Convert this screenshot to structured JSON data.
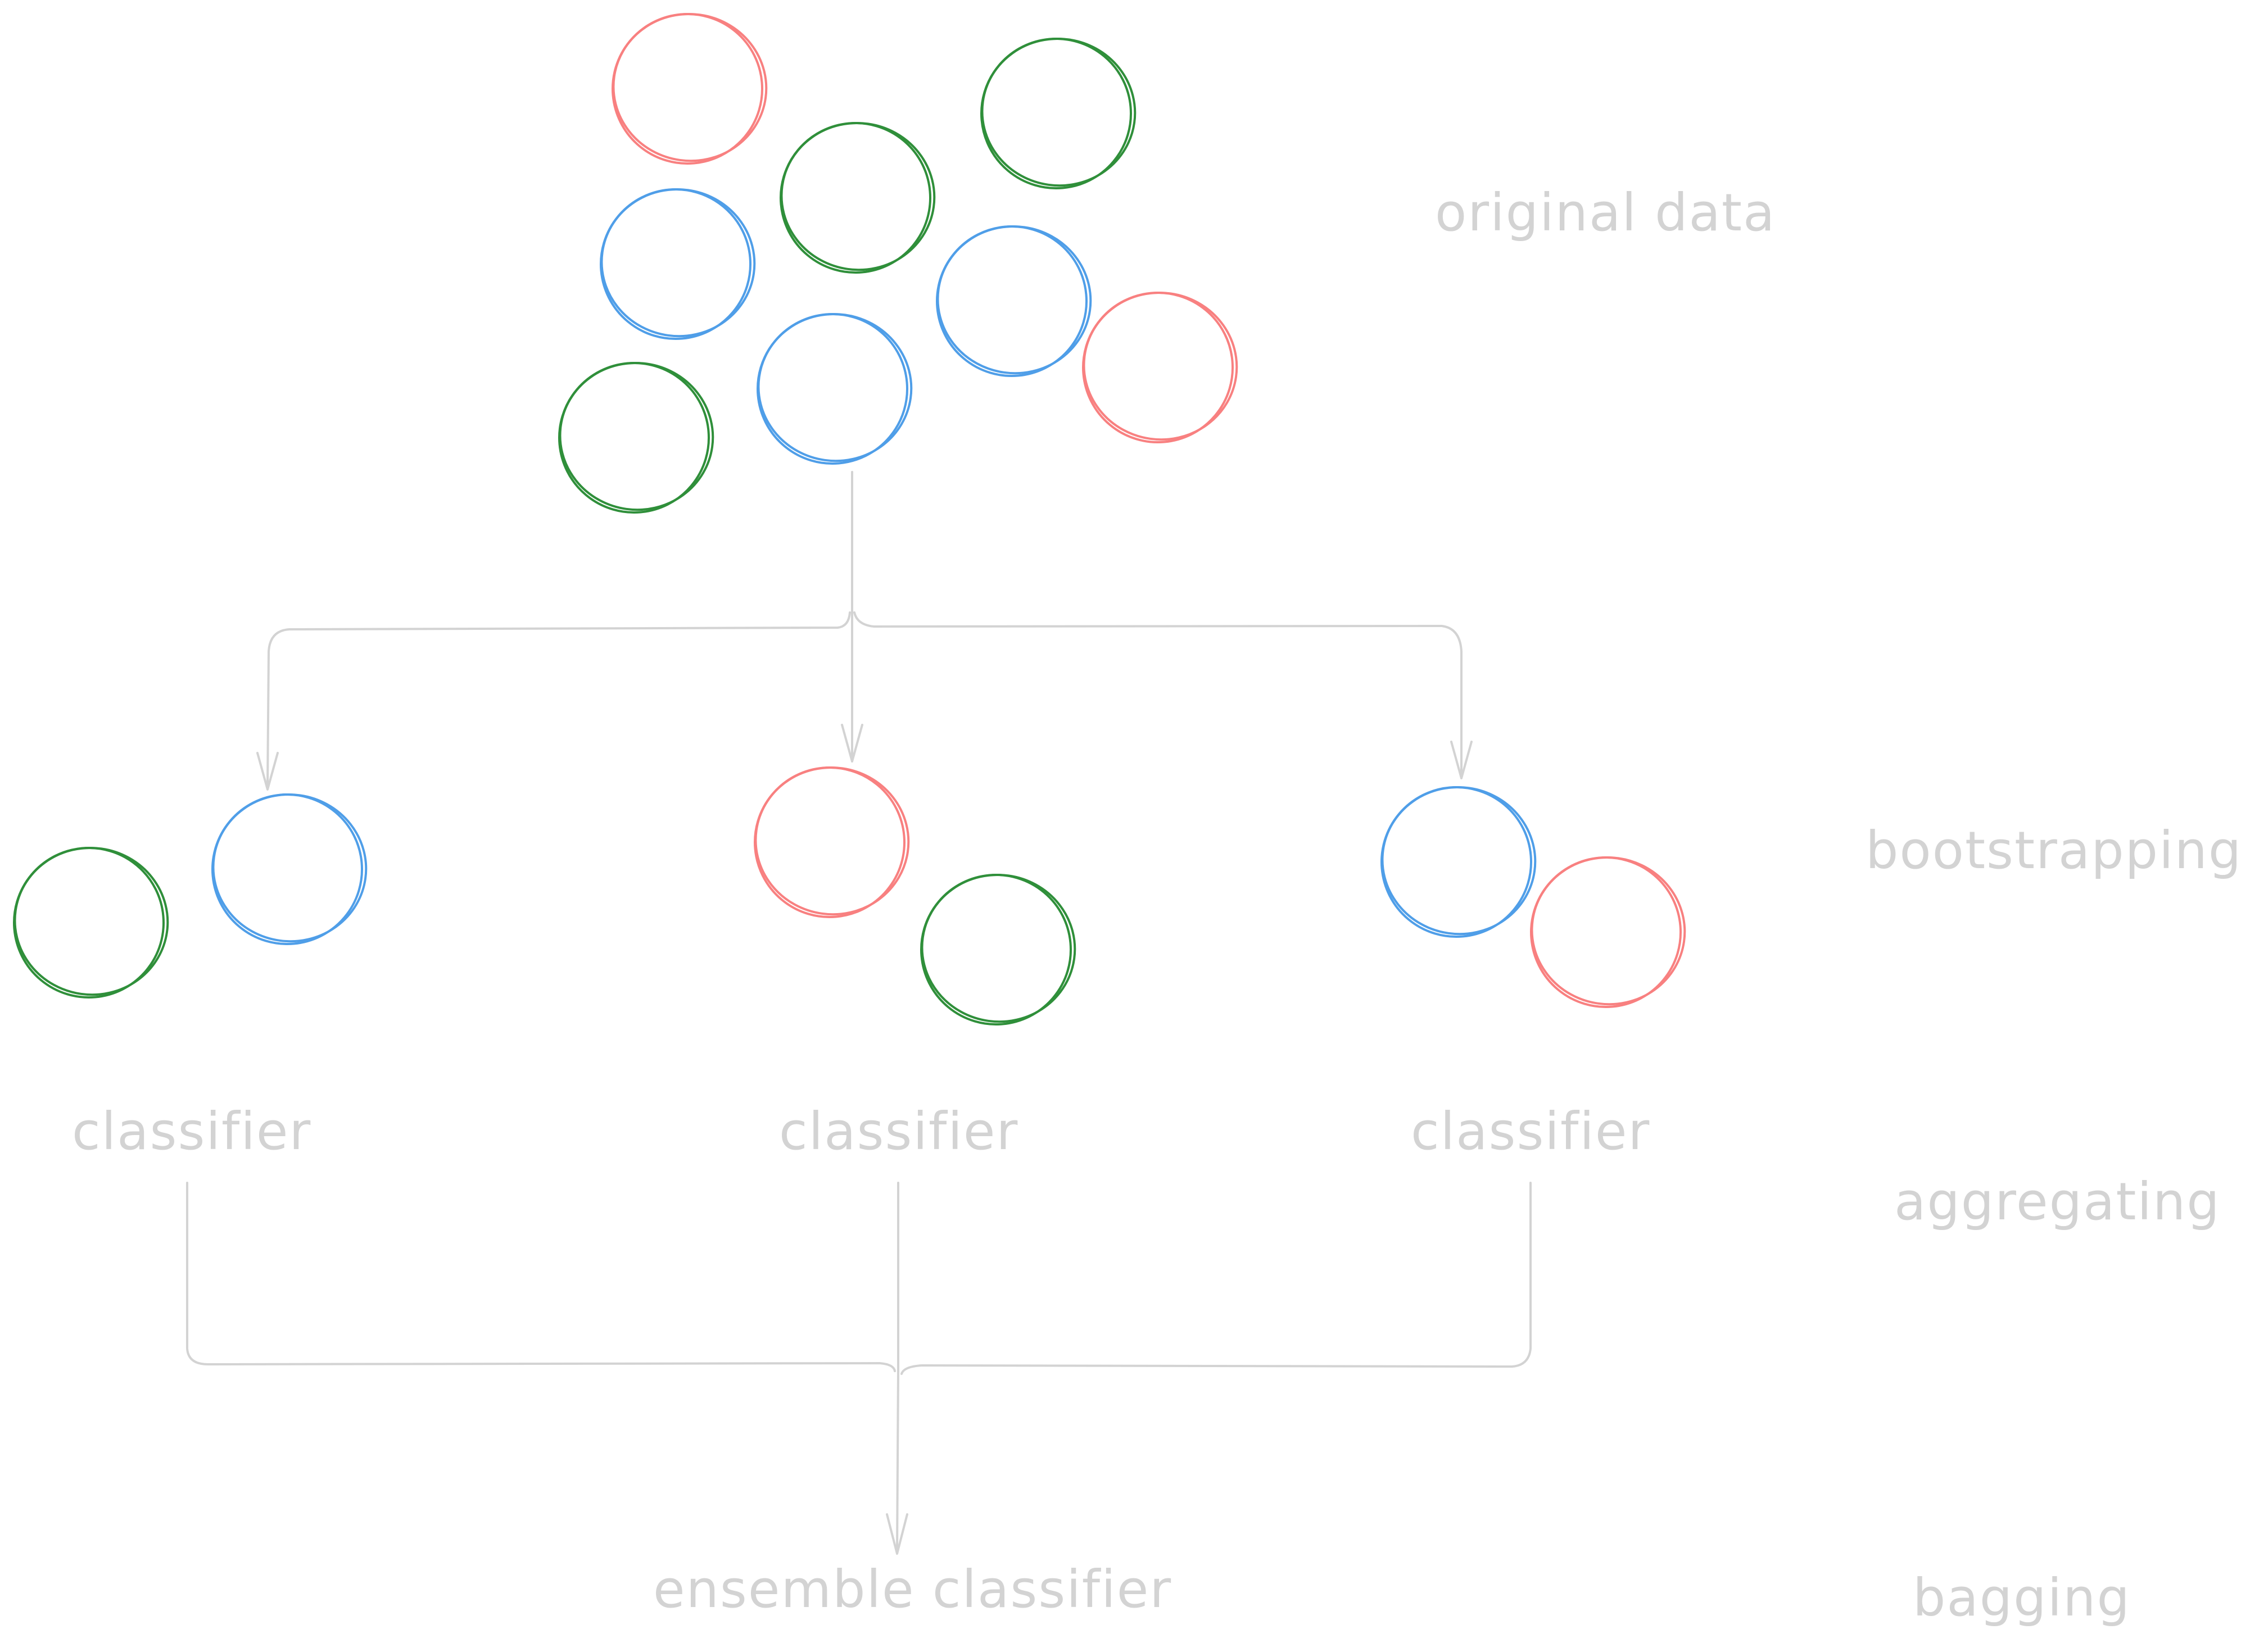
{
  "colors": {
    "red": "#f88080",
    "green": "#2f8f3a",
    "blue": "#4f9ee8",
    "label": "#d3d3d3",
    "edge": "#d3d3d3",
    "background": "#ffffff"
  },
  "labels": {
    "original_data": "original data",
    "bootstrapping": "bootstrapping",
    "classifier_1": "classifier",
    "classifier_2": "classifier",
    "classifier_3": "classifier",
    "aggregating": "aggregating",
    "ensemble_classifier": "ensemble classifier",
    "bagging": "bagging"
  },
  "original_data_points": [
    {
      "class": "red"
    },
    {
      "class": "green"
    },
    {
      "class": "green"
    },
    {
      "class": "blue"
    },
    {
      "class": "blue"
    },
    {
      "class": "red"
    },
    {
      "class": "green"
    },
    {
      "class": "blue"
    }
  ],
  "bootstrap_samples": [
    {
      "name": "sample-1",
      "points": [
        {
          "class": "green"
        },
        {
          "class": "blue"
        }
      ]
    },
    {
      "name": "sample-2",
      "points": [
        {
          "class": "red"
        },
        {
          "class": "green"
        }
      ]
    },
    {
      "name": "sample-3",
      "points": [
        {
          "class": "blue"
        },
        {
          "class": "red"
        }
      ]
    }
  ]
}
